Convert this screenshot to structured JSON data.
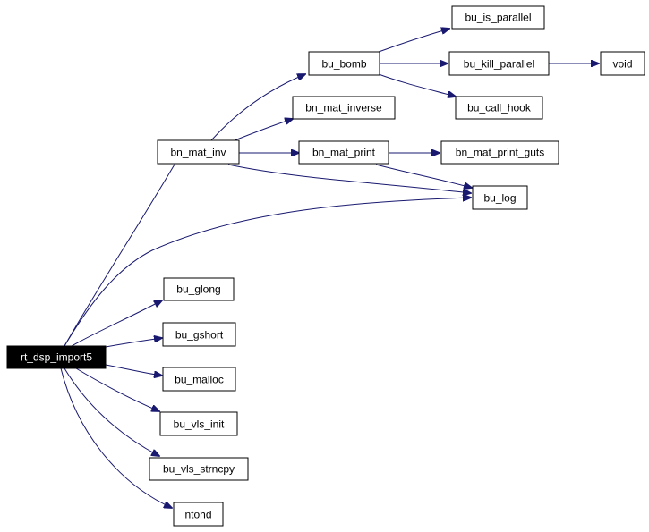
{
  "graph": {
    "root": "rt_dsp_import5",
    "nodes": {
      "rt_dsp_import5": "rt_dsp_import5",
      "bn_mat_inv": "bn_mat_inv",
      "bu_bomb": "bu_bomb",
      "bn_mat_inverse": "bn_mat_inverse",
      "bn_mat_print": "bn_mat_print",
      "bu_is_parallel": "bu_is_parallel",
      "bu_kill_parallel": "bu_kill_parallel",
      "bu_call_hook": "bu_call_hook",
      "void": "void",
      "bn_mat_print_guts": "bn_mat_print_guts",
      "bu_log": "bu_log",
      "bu_glong": "bu_glong",
      "bu_gshort": "bu_gshort",
      "bu_malloc": "bu_malloc",
      "bu_vls_init": "bu_vls_init",
      "bu_vls_strncpy": "bu_vls_strncpy",
      "ntohd": "ntohd"
    },
    "edges": [
      [
        "rt_dsp_import5",
        "bn_mat_inv"
      ],
      [
        "rt_dsp_import5",
        "bu_log"
      ],
      [
        "rt_dsp_import5",
        "bu_glong"
      ],
      [
        "rt_dsp_import5",
        "bu_gshort"
      ],
      [
        "rt_dsp_import5",
        "bu_malloc"
      ],
      [
        "rt_dsp_import5",
        "bu_vls_init"
      ],
      [
        "rt_dsp_import5",
        "bu_vls_strncpy"
      ],
      [
        "rt_dsp_import5",
        "ntohd"
      ],
      [
        "bn_mat_inv",
        "bu_bomb"
      ],
      [
        "bn_mat_inv",
        "bn_mat_inverse"
      ],
      [
        "bn_mat_inv",
        "bn_mat_print"
      ],
      [
        "bn_mat_inv",
        "bu_log"
      ],
      [
        "bu_bomb",
        "bu_is_parallel"
      ],
      [
        "bu_bomb",
        "bu_kill_parallel"
      ],
      [
        "bu_bomb",
        "bu_call_hook"
      ],
      [
        "bu_kill_parallel",
        "void"
      ],
      [
        "bn_mat_print",
        "bn_mat_print_guts"
      ],
      [
        "bn_mat_print",
        "bu_log"
      ]
    ]
  },
  "colors": {
    "edge": "#191970",
    "node_border": "#000000",
    "root_fill": "#000000",
    "root_text": "#ffffff"
  }
}
